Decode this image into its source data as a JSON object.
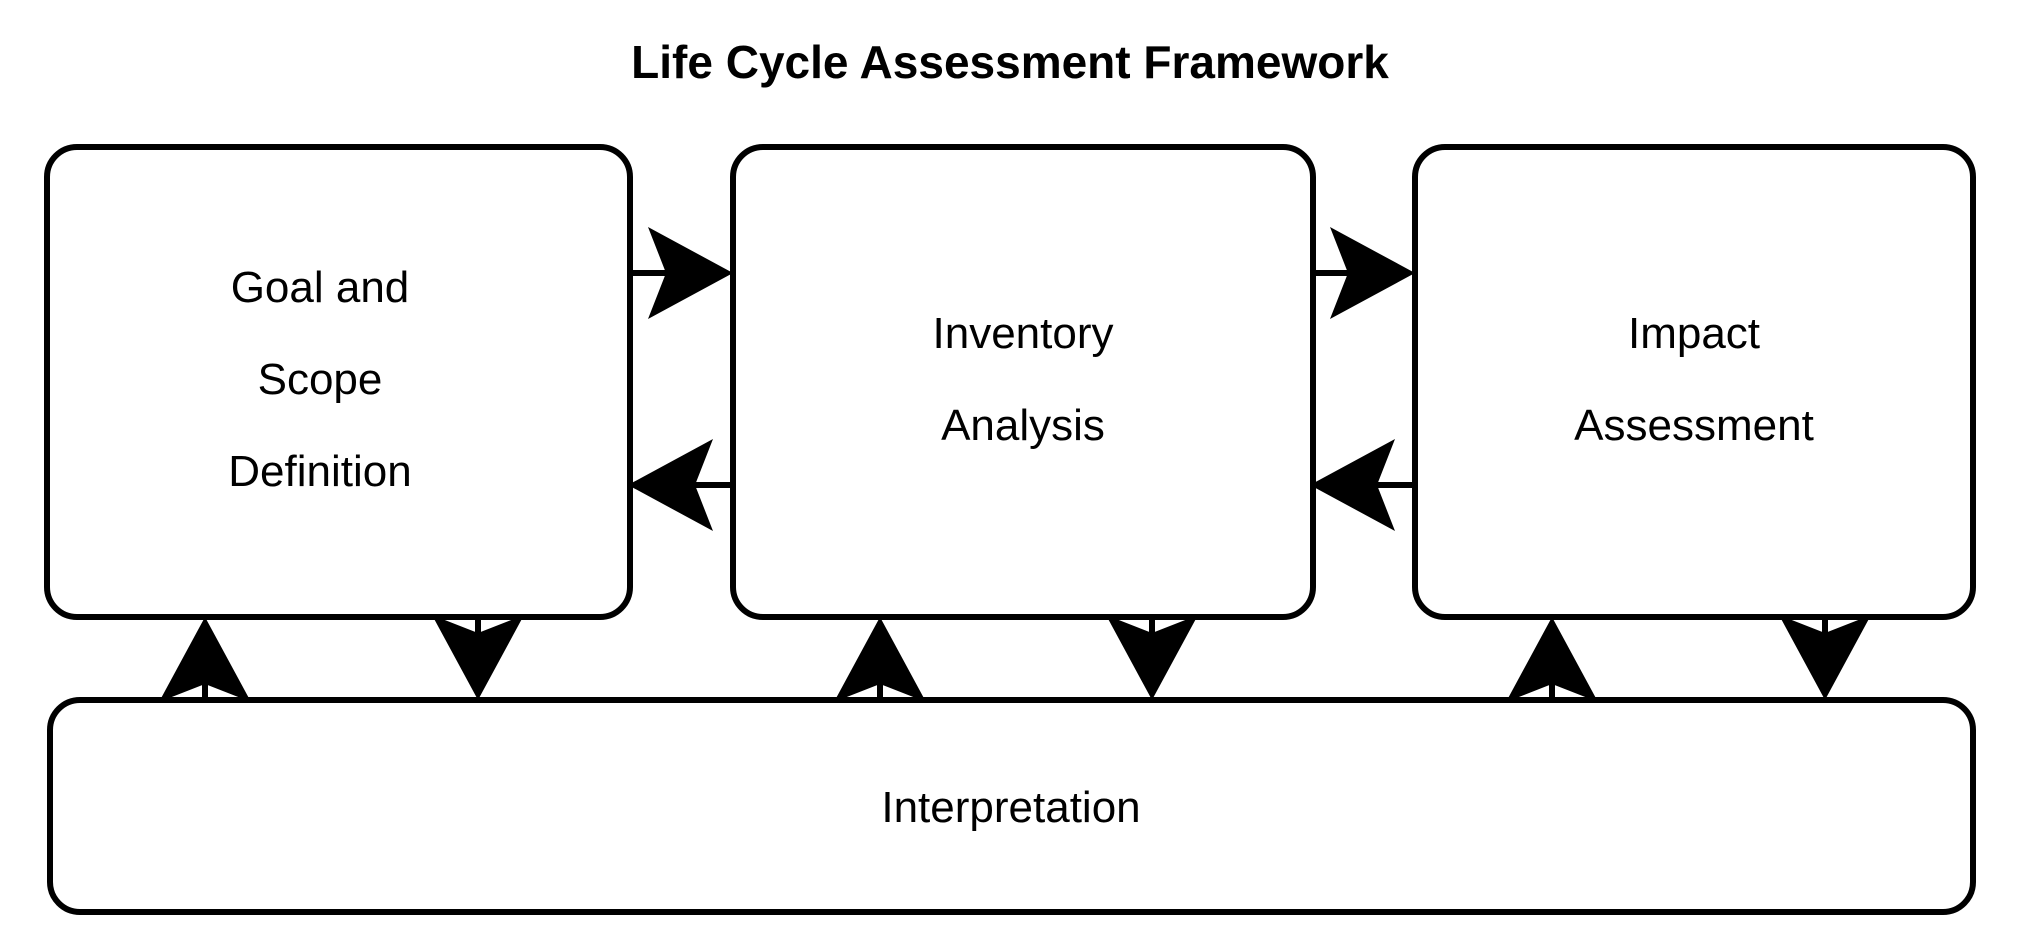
{
  "title": "Life Cycle Assessment Framework",
  "diagram": {
    "type": "flowchart",
    "background_color": "#ffffff",
    "line_color": "#000000",
    "text_color": "#000000",
    "nodes": [
      {
        "id": "goal-scope",
        "label": "Goal and Scope Definition",
        "lines": [
          "Goal and",
          "Scope",
          "Definition"
        ],
        "shape": "rounded-rectangle"
      },
      {
        "id": "inventory",
        "label": "Inventory Analysis",
        "lines": [
          "Inventory",
          "Analysis"
        ],
        "shape": "rounded-rectangle"
      },
      {
        "id": "impact",
        "label": "Impact Assessment",
        "lines": [
          "Impact",
          "Assessment"
        ],
        "shape": "rounded-rectangle"
      },
      {
        "id": "interpretation",
        "label": "Interpretation",
        "lines": [
          "Interpretation"
        ],
        "shape": "rounded-rectangle"
      }
    ],
    "edges": [
      {
        "from": "goal-scope",
        "to": "inventory",
        "direction": "right"
      },
      {
        "from": "inventory",
        "to": "goal-scope",
        "direction": "left"
      },
      {
        "from": "inventory",
        "to": "impact",
        "direction": "right"
      },
      {
        "from": "impact",
        "to": "inventory",
        "direction": "left"
      },
      {
        "from": "interpretation",
        "to": "goal-scope",
        "direction": "up"
      },
      {
        "from": "goal-scope",
        "to": "interpretation",
        "direction": "down"
      },
      {
        "from": "interpretation",
        "to": "inventory",
        "direction": "up"
      },
      {
        "from": "inventory",
        "to": "interpretation",
        "direction": "down"
      },
      {
        "from": "interpretation",
        "to": "impact",
        "direction": "up"
      },
      {
        "from": "impact",
        "to": "interpretation",
        "direction": "down"
      }
    ]
  }
}
